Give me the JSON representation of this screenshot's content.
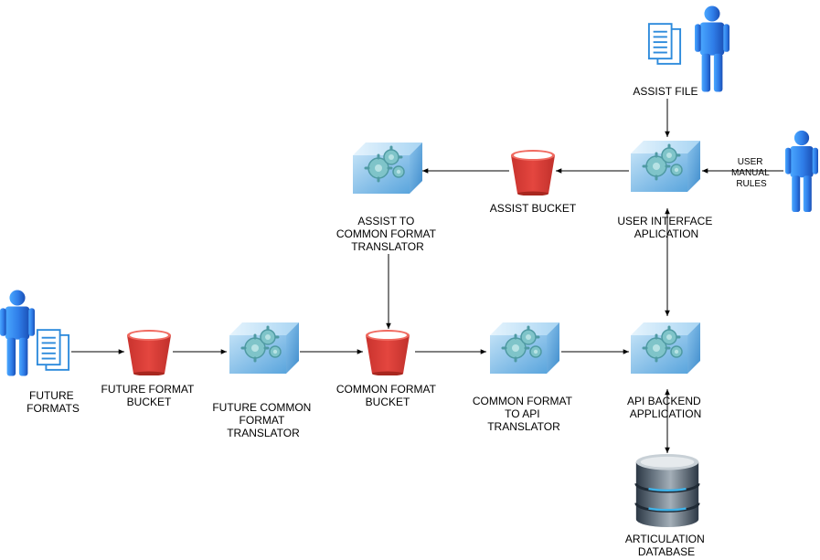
{
  "nodes": {
    "assist_file": {
      "label": [
        "ASSIST FILE"
      ]
    },
    "user_manual_rules": {
      "label": [
        "USER",
        "MANUAL",
        "RULES"
      ]
    },
    "user_interface": {
      "label": [
        "USER INTERFACE",
        "APLICATION"
      ]
    },
    "assist_bucket": {
      "label": [
        "ASSIST BUCKET"
      ]
    },
    "assist_translator": {
      "label": [
        "ASSIST TO",
        "COMMON FORMAT",
        "TRANSLATOR"
      ]
    },
    "future_formats": {
      "label": [
        "FUTURE",
        "FORMATS"
      ]
    },
    "future_bucket": {
      "label": [
        "FUTURE FORMAT",
        "BUCKET"
      ]
    },
    "future_translator": {
      "label": [
        "FUTURE COMMON",
        "FORMAT",
        "TRANSLATOR"
      ]
    },
    "common_bucket": {
      "label": [
        "COMMON FORMAT",
        "BUCKET"
      ]
    },
    "api_translator": {
      "label": [
        "COMMON FORMAT",
        "TO API",
        "TRANSLATOR"
      ]
    },
    "api_backend": {
      "label": [
        "API BACKEND",
        "APPLICATION"
      ]
    },
    "database": {
      "label": [
        "ARTICULATION",
        "DATABASE"
      ]
    }
  },
  "colors": {
    "bucket": "#e0443e",
    "component": "#76b8e6",
    "gear": "#7fc4c9",
    "user": "#2d6fe0",
    "document": "#2e8bdc",
    "database": "#3a4a5a"
  }
}
